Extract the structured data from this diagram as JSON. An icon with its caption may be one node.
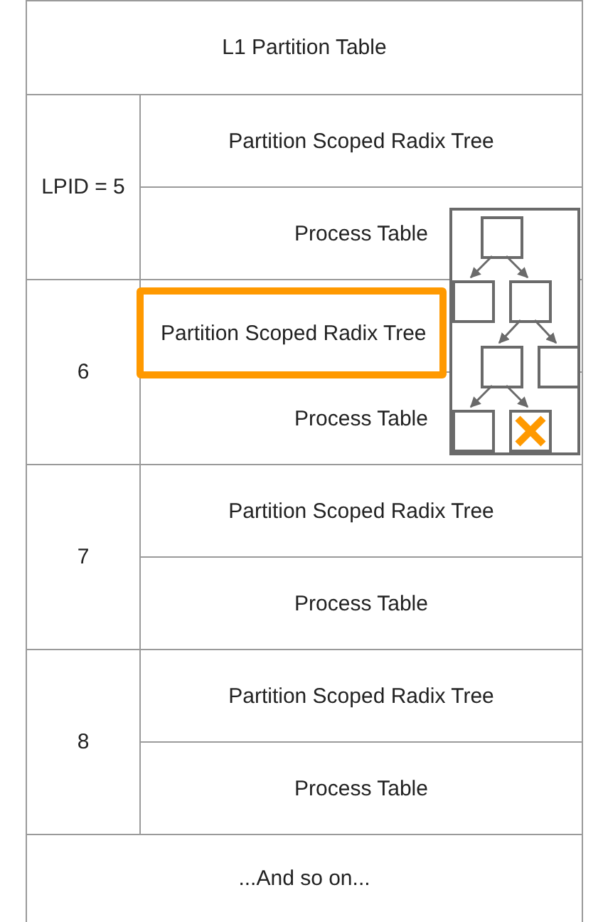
{
  "diagram": {
    "nodes": [
      {
        "text": [
          "Partition Scoped Radix Tree"
        ]
      },
      {
        "text": [],
        "shape": "box"
      },
      {
        "text": [],
        "shape": "box",
        "in": 1
      },
      {
        "text": [],
        "shape": "box",
        "in": 1
      },
      {
        "text": [],
        "shape": "box",
        "in": 1
      },
      {
        "text": [],
        "shape": "box",
        "in": 1
      },
      {
        "text": [],
        "shape": "box",
        "in": 1
      },
      {
        "text": [],
        "shape": "box",
        "in": 1
      },
      {
        "text": [],
        "shape": "box",
        "in": 1
      }
    ],
    "edges": [
      {
        "from": 2,
        "to": 3,
        "arrow": "to"
      },
      {
        "from": 2,
        "to": 4,
        "arrow": "to"
      },
      {
        "from": 4,
        "to": 5,
        "arrow": "to"
      },
      {
        "from": 4,
        "to": 6,
        "arrow": "to"
      },
      {
        "from": 5,
        "to": 7,
        "arrow": "to"
      },
      {
        "from": 5,
        "to": 8,
        "arrow": "to"
      }
    ],
    "labels": [
      "L1 Partition Table",
      "LPID = 5",
      "Partition Scoped Radix Tree",
      "Process Table",
      "6",
      "Process Table",
      "7",
      "Partition Scoped Radix Tree",
      "Process Table",
      "8",
      "Partition Scoped Radix Tree",
      "Process Table",
      "...And so on..."
    ]
  }
}
